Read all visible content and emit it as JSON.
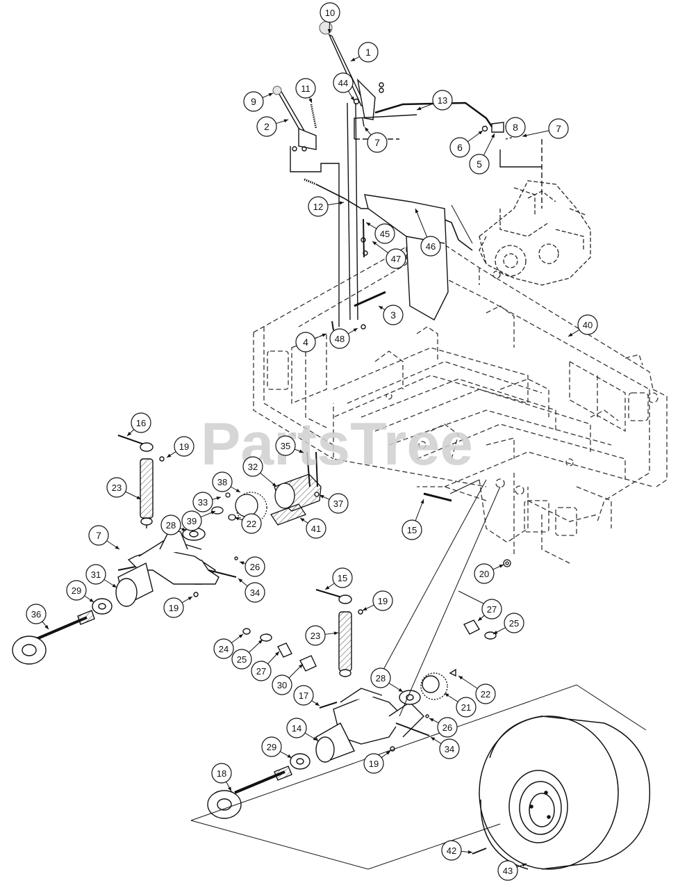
{
  "watermark": {
    "text": "PartsTree",
    "color": "#cfcfcf"
  },
  "colors": {
    "line": "#111111",
    "dash": "#333333",
    "bubble_fill": "#ffffff",
    "ball_fill": "#e6e6e6"
  },
  "callouts": [
    {
      "id": "c10a",
      "label": "10"
    },
    {
      "id": "c1",
      "label": "1"
    },
    {
      "id": "c44",
      "label": "44"
    },
    {
      "id": "c9",
      "label": "9"
    },
    {
      "id": "c11",
      "label": "11"
    },
    {
      "id": "c13",
      "label": "13"
    },
    {
      "id": "c2",
      "label": "2"
    },
    {
      "id": "c8",
      "label": "8"
    },
    {
      "id": "c7a",
      "label": "7"
    },
    {
      "id": "c6",
      "label": "6"
    },
    {
      "id": "c7b",
      "label": "7"
    },
    {
      "id": "c5",
      "label": "5"
    },
    {
      "id": "c12",
      "label": "12"
    },
    {
      "id": "c45",
      "label": "45"
    },
    {
      "id": "c47",
      "label": "47"
    },
    {
      "id": "c46",
      "label": "46"
    },
    {
      "id": "c3",
      "label": "3"
    },
    {
      "id": "c4",
      "label": "4"
    },
    {
      "id": "c48",
      "label": "48"
    },
    {
      "id": "c40",
      "label": "40"
    },
    {
      "id": "c16",
      "label": "16"
    },
    {
      "id": "c19a",
      "label": "19"
    },
    {
      "id": "c35",
      "label": "35"
    },
    {
      "id": "c32",
      "label": "32"
    },
    {
      "id": "c23a",
      "label": "23"
    },
    {
      "id": "c38",
      "label": "38"
    },
    {
      "id": "c33",
      "label": "33"
    },
    {
      "id": "c37",
      "label": "37"
    },
    {
      "id": "c39",
      "label": "39"
    },
    {
      "id": "c22a",
      "label": "22"
    },
    {
      "id": "c41",
      "label": "41"
    },
    {
      "id": "c28a",
      "label": "28"
    },
    {
      "id": "c7c",
      "label": "7"
    },
    {
      "id": "c15a",
      "label": "15"
    },
    {
      "id": "c26a",
      "label": "26"
    },
    {
      "id": "c31",
      "label": "31"
    },
    {
      "id": "c34a",
      "label": "34"
    },
    {
      "id": "c20",
      "label": "20"
    },
    {
      "id": "c29a",
      "label": "29"
    },
    {
      "id": "c19b",
      "label": "19"
    },
    {
      "id": "c15b",
      "label": "15"
    },
    {
      "id": "c19c",
      "label": "19"
    },
    {
      "id": "c36",
      "label": "36"
    },
    {
      "id": "c27a",
      "label": "27"
    },
    {
      "id": "c25a",
      "label": "25"
    },
    {
      "id": "c24",
      "label": "24"
    },
    {
      "id": "c23b",
      "label": "23"
    },
    {
      "id": "c25b",
      "label": "25"
    },
    {
      "id": "c27b",
      "label": "27"
    },
    {
      "id": "c30",
      "label": "30"
    },
    {
      "id": "c28b",
      "label": "28"
    },
    {
      "id": "c22b",
      "label": "22"
    },
    {
      "id": "c17",
      "label": "17"
    },
    {
      "id": "c21",
      "label": "21"
    },
    {
      "id": "c26b",
      "label": "26"
    },
    {
      "id": "c14",
      "label": "14"
    },
    {
      "id": "c34b",
      "label": "34"
    },
    {
      "id": "c29b",
      "label": "29"
    },
    {
      "id": "c19d",
      "label": "19"
    },
    {
      "id": "c18",
      "label": "18"
    },
    {
      "id": "c42",
      "label": "42"
    },
    {
      "id": "c43",
      "label": "43"
    }
  ]
}
